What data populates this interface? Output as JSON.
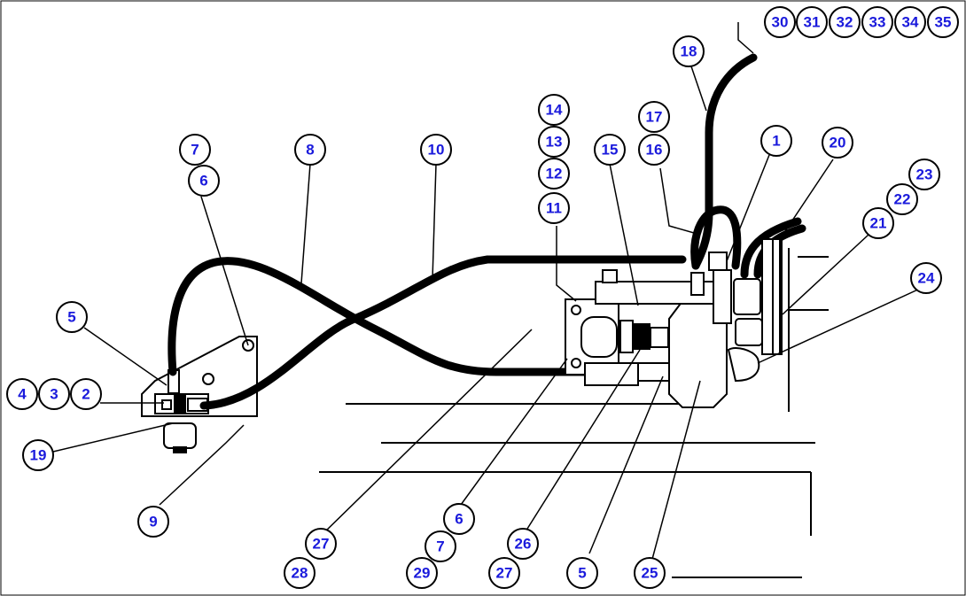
{
  "callouts": [
    "30",
    "31",
    "32",
    "33",
    "34",
    "35",
    "18",
    "14",
    "17",
    "13",
    "16",
    "15",
    "1",
    "20",
    "7",
    "8",
    "10",
    "6",
    "12",
    "23",
    "22",
    "21",
    "11",
    "24",
    "5",
    "4",
    "3",
    "2",
    "19",
    "9",
    "6",
    "27",
    "7",
    "26",
    "28",
    "29",
    "27",
    "5",
    "25"
  ],
  "colors": {
    "line": "#000000",
    "callout_text": "#1a1adc",
    "background": "#ffffff"
  }
}
